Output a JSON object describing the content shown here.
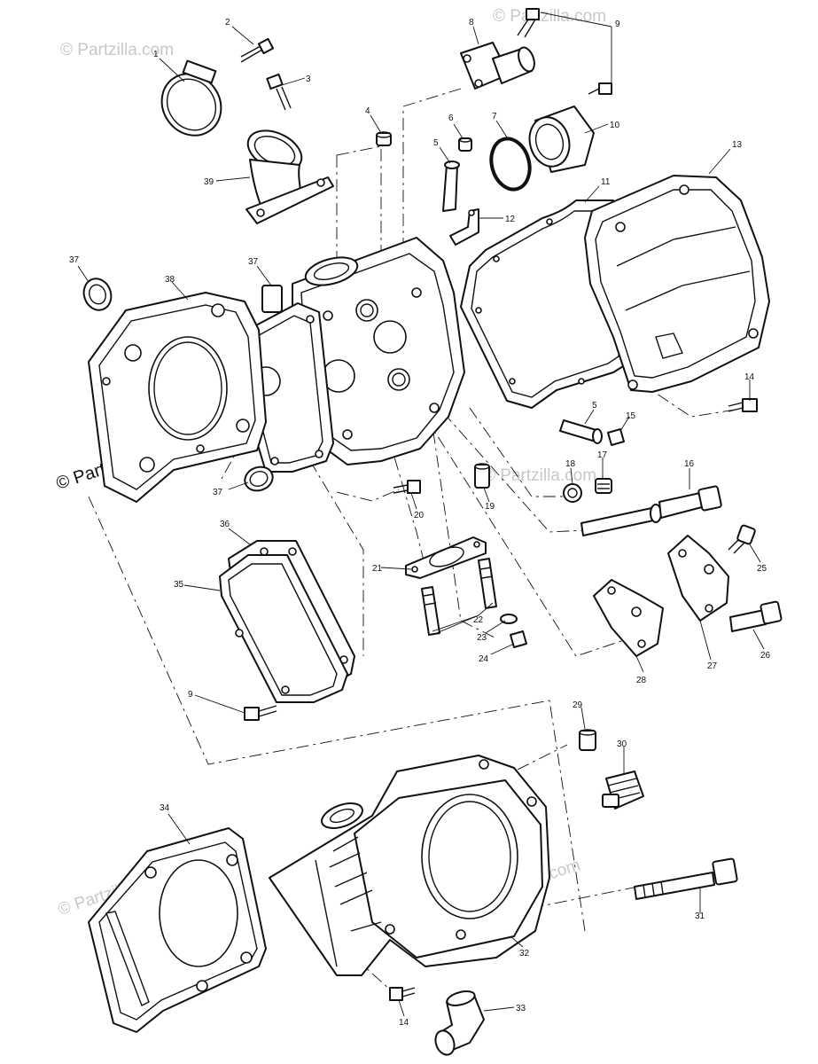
{
  "watermark_text": "© Partzilla.com",
  "colors": {
    "line": "#111111",
    "paper": "#ffffff",
    "watermark": "#c8c8c8"
  },
  "callouts": {
    "c1": "1",
    "c2": "2",
    "c3": "3",
    "c4": "4",
    "c5a": "5",
    "c5b": "5",
    "c6": "6",
    "c7": "7",
    "c8": "8",
    "c9a": "9",
    "c9b": "9",
    "c10": "10",
    "c11": "11",
    "c12": "12",
    "c13": "13",
    "c14a": "14",
    "c14b": "14",
    "c15": "15",
    "c16": "16",
    "c17": "17",
    "c18": "18",
    "c19": "19",
    "c20": "20",
    "c21": "21",
    "c22": "22",
    "c23": "23",
    "c24": "24",
    "c25": "25",
    "c26": "26",
    "c27": "27",
    "c28": "28",
    "c29": "29",
    "c30": "30",
    "c31": "31",
    "c32": "32",
    "c33": "33",
    "c34": "34",
    "c35": "35",
    "c36": "36",
    "c37a": "37",
    "c37b": "37",
    "c37c": "37",
    "c38": "38",
    "c39": "39"
  }
}
